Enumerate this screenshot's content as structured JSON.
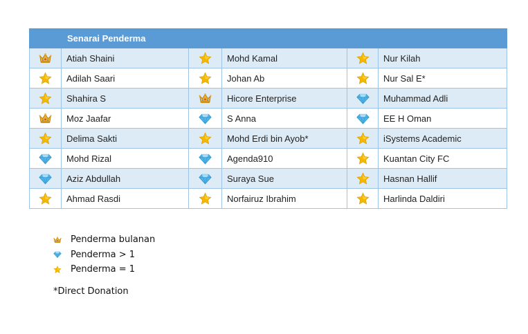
{
  "table": {
    "title": "Senarai Penderma",
    "rows": [
      [
        {
          "icon": "crown-icon",
          "name": "Atiah Shaini"
        },
        {
          "icon": "star-icon",
          "name": "Mohd Kamal"
        },
        {
          "icon": "star-icon",
          "name": "Nur Kilah"
        }
      ],
      [
        {
          "icon": "star-icon",
          "name": "Adilah Saari"
        },
        {
          "icon": "star-icon",
          "name": "Johan Ab"
        },
        {
          "icon": "star-icon",
          "name": "Nur Sal E*"
        }
      ],
      [
        {
          "icon": "star-icon",
          "name": "Shahira S"
        },
        {
          "icon": "crown-icon",
          "name": "Hicore Enterprise"
        },
        {
          "icon": "diamond-icon",
          "name": "Muhammad Adli"
        }
      ],
      [
        {
          "icon": "crown-icon",
          "name": "Moz Jaafar"
        },
        {
          "icon": "diamond-icon",
          "name": "S Anna"
        },
        {
          "icon": "diamond-icon",
          "name": "EE H Oman"
        }
      ],
      [
        {
          "icon": "star-icon",
          "name": "Delima Sakti"
        },
        {
          "icon": "star-icon",
          "name": "Mohd Erdi bin Ayob*"
        },
        {
          "icon": "star-icon",
          "name": "iSystems Academic"
        }
      ],
      [
        {
          "icon": "diamond-icon",
          "name": "Mohd Rizal"
        },
        {
          "icon": "diamond-icon",
          "name": "Agenda910"
        },
        {
          "icon": "star-icon",
          "name": "Kuantan City FC"
        }
      ],
      [
        {
          "icon": "diamond-icon",
          "name": "Aziz Abdullah"
        },
        {
          "icon": "diamond-icon",
          "name": "Suraya Sue"
        },
        {
          "icon": "star-icon",
          "name": "Hasnan Hallif"
        }
      ],
      [
        {
          "icon": "star-icon",
          "name": "Ahmad Rasdi"
        },
        {
          "icon": "star-icon",
          "name": "Norfairuz Ibrahim"
        },
        {
          "icon": "star-icon",
          "name": "Harlinda Daldiri"
        }
      ]
    ]
  },
  "legend": [
    {
      "icon": "crown-icon",
      "label": "Penderma bulanan"
    },
    {
      "icon": "diamond-icon",
      "label": "Penderma > 1"
    },
    {
      "icon": "star-icon",
      "label": "Penderma = 1"
    }
  ],
  "footnote": "*Direct Donation",
  "colors": {
    "header_bg": "#5b9bd5",
    "row_alt_bg": "#ddebf7",
    "border": "#9dc3e6",
    "star": "#f5b800",
    "diamond": "#4fb3e8",
    "crown": "#e0a020"
  }
}
